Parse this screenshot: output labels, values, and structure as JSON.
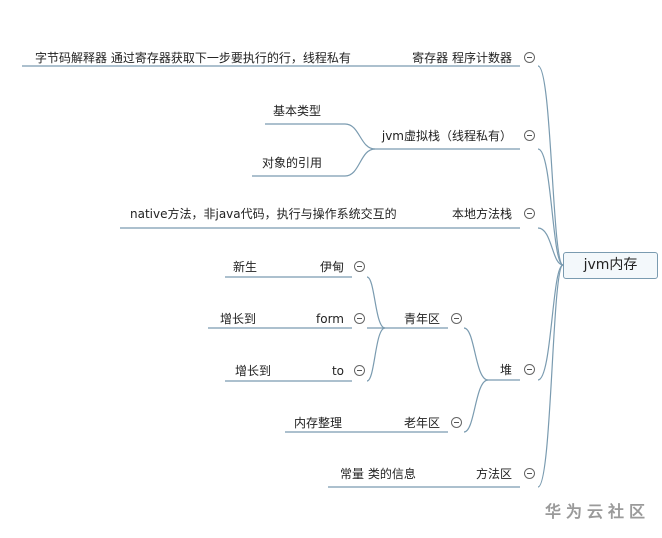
{
  "root": "jvm内存",
  "watermark": "华为云社区",
  "colors": {
    "line": "#7a9bb0",
    "rootFill": "#f3f8fb",
    "toggle": "#666666",
    "watermark": "#9a9a9a"
  },
  "nodes": {
    "registers": "寄存器 程序计数器",
    "registers_desc": "字节码解释器 通过寄存器获取下一步要执行的行，线程私有",
    "jvm_stack": "jvm虚拟栈（线程私有）",
    "jvm_stack_child_1": "基本类型",
    "jvm_stack_child_2": "对象的引用",
    "native_stack": "本地方法栈",
    "native_stack_desc": "native方法，非java代码，执行与操作系统交互的",
    "heap": "堆",
    "young_gen": "青年区",
    "eden": "伊甸",
    "eden_desc": "新生",
    "from": "form",
    "from_desc": "增长到",
    "to": "to",
    "to_desc": "增长到",
    "old_gen": "老年区",
    "old_gen_desc": "内存整理",
    "method_area": "方法区",
    "method_area_desc": "常量 类的信息"
  }
}
